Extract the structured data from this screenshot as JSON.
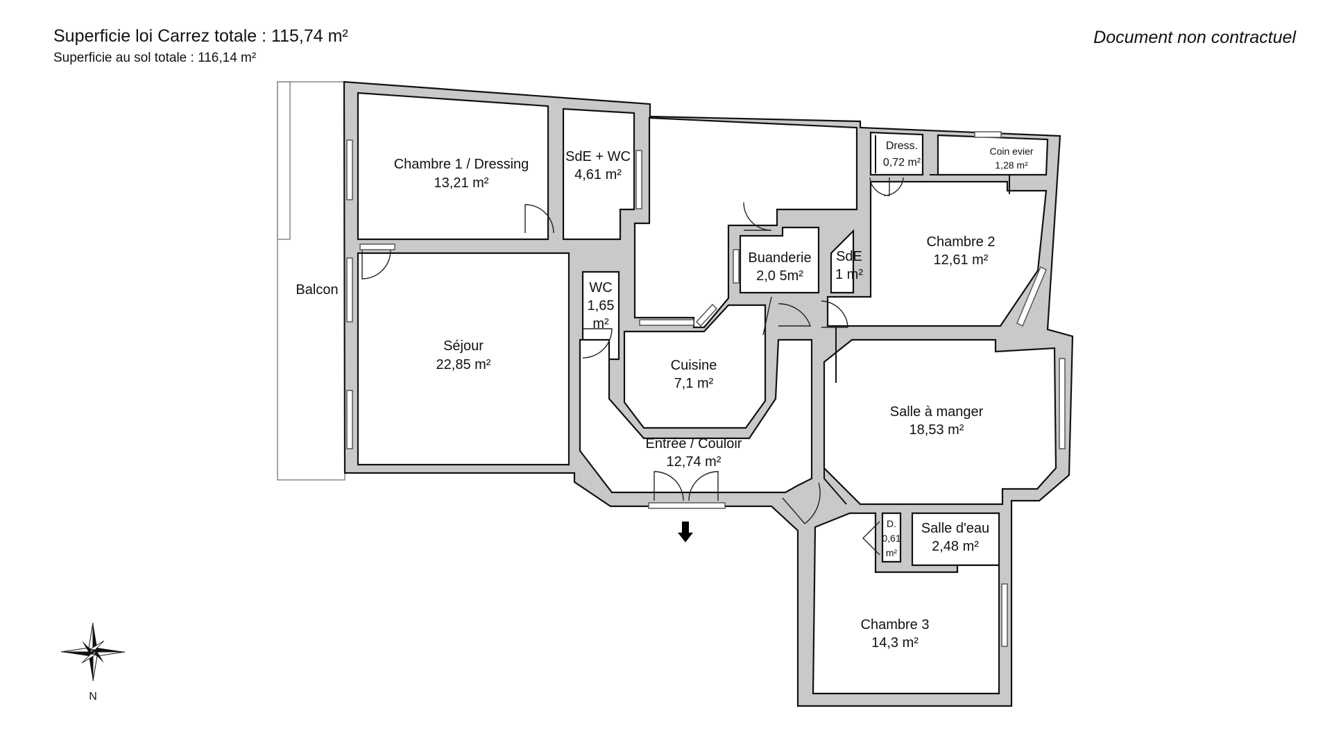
{
  "header": {
    "carrez": "Superficie loi Carrez totale : 115,74 m²",
    "au_sol": "Superficie au sol totale : 116,14 m²",
    "disclaimer": "Document non contractuel"
  },
  "rooms": {
    "chambre1": {
      "name": "Chambre 1 / Dressing",
      "area": "13,21 m²"
    },
    "sde_wc": {
      "name": "SdE + WC",
      "area": "4,61 m²"
    },
    "balcon": {
      "name": "Balcon"
    },
    "sejour": {
      "name": "Séjour",
      "area": "22,85 m²"
    },
    "wc": {
      "name": "WC",
      "area_num": "1,65",
      "area_unit": "m²"
    },
    "buanderie": {
      "name": "Buanderie",
      "area": "2,0 5m²"
    },
    "sde": {
      "name": "SdE",
      "area": "1 m²"
    },
    "dress": {
      "name": "Dress.",
      "area": "0,72 m²"
    },
    "coin_evier": {
      "name": "Coin evier",
      "area": "1,28 m²"
    },
    "chambre2": {
      "name": "Chambre 2",
      "area": "12,61 m²"
    },
    "cuisine": {
      "name": "Cuisine",
      "area": "7,1 m²"
    },
    "salle_manger": {
      "name": "Salle à manger",
      "area": "18,53 m²"
    },
    "entree": {
      "name": "Entrée / Couloir",
      "area": "12,74 m²"
    },
    "d_small": {
      "name": "D.",
      "area_num": "0,61",
      "area_unit": "m²"
    },
    "salle_eau": {
      "name": "Salle d'eau",
      "area": "2,48 m²"
    },
    "chambre3": {
      "name": "Chambre 3",
      "area": "14,3 m²"
    }
  },
  "compass": {
    "label": "N"
  },
  "colors": {
    "wall": "#c9c9c9",
    "line": "#111111",
    "background": "#ffffff"
  }
}
